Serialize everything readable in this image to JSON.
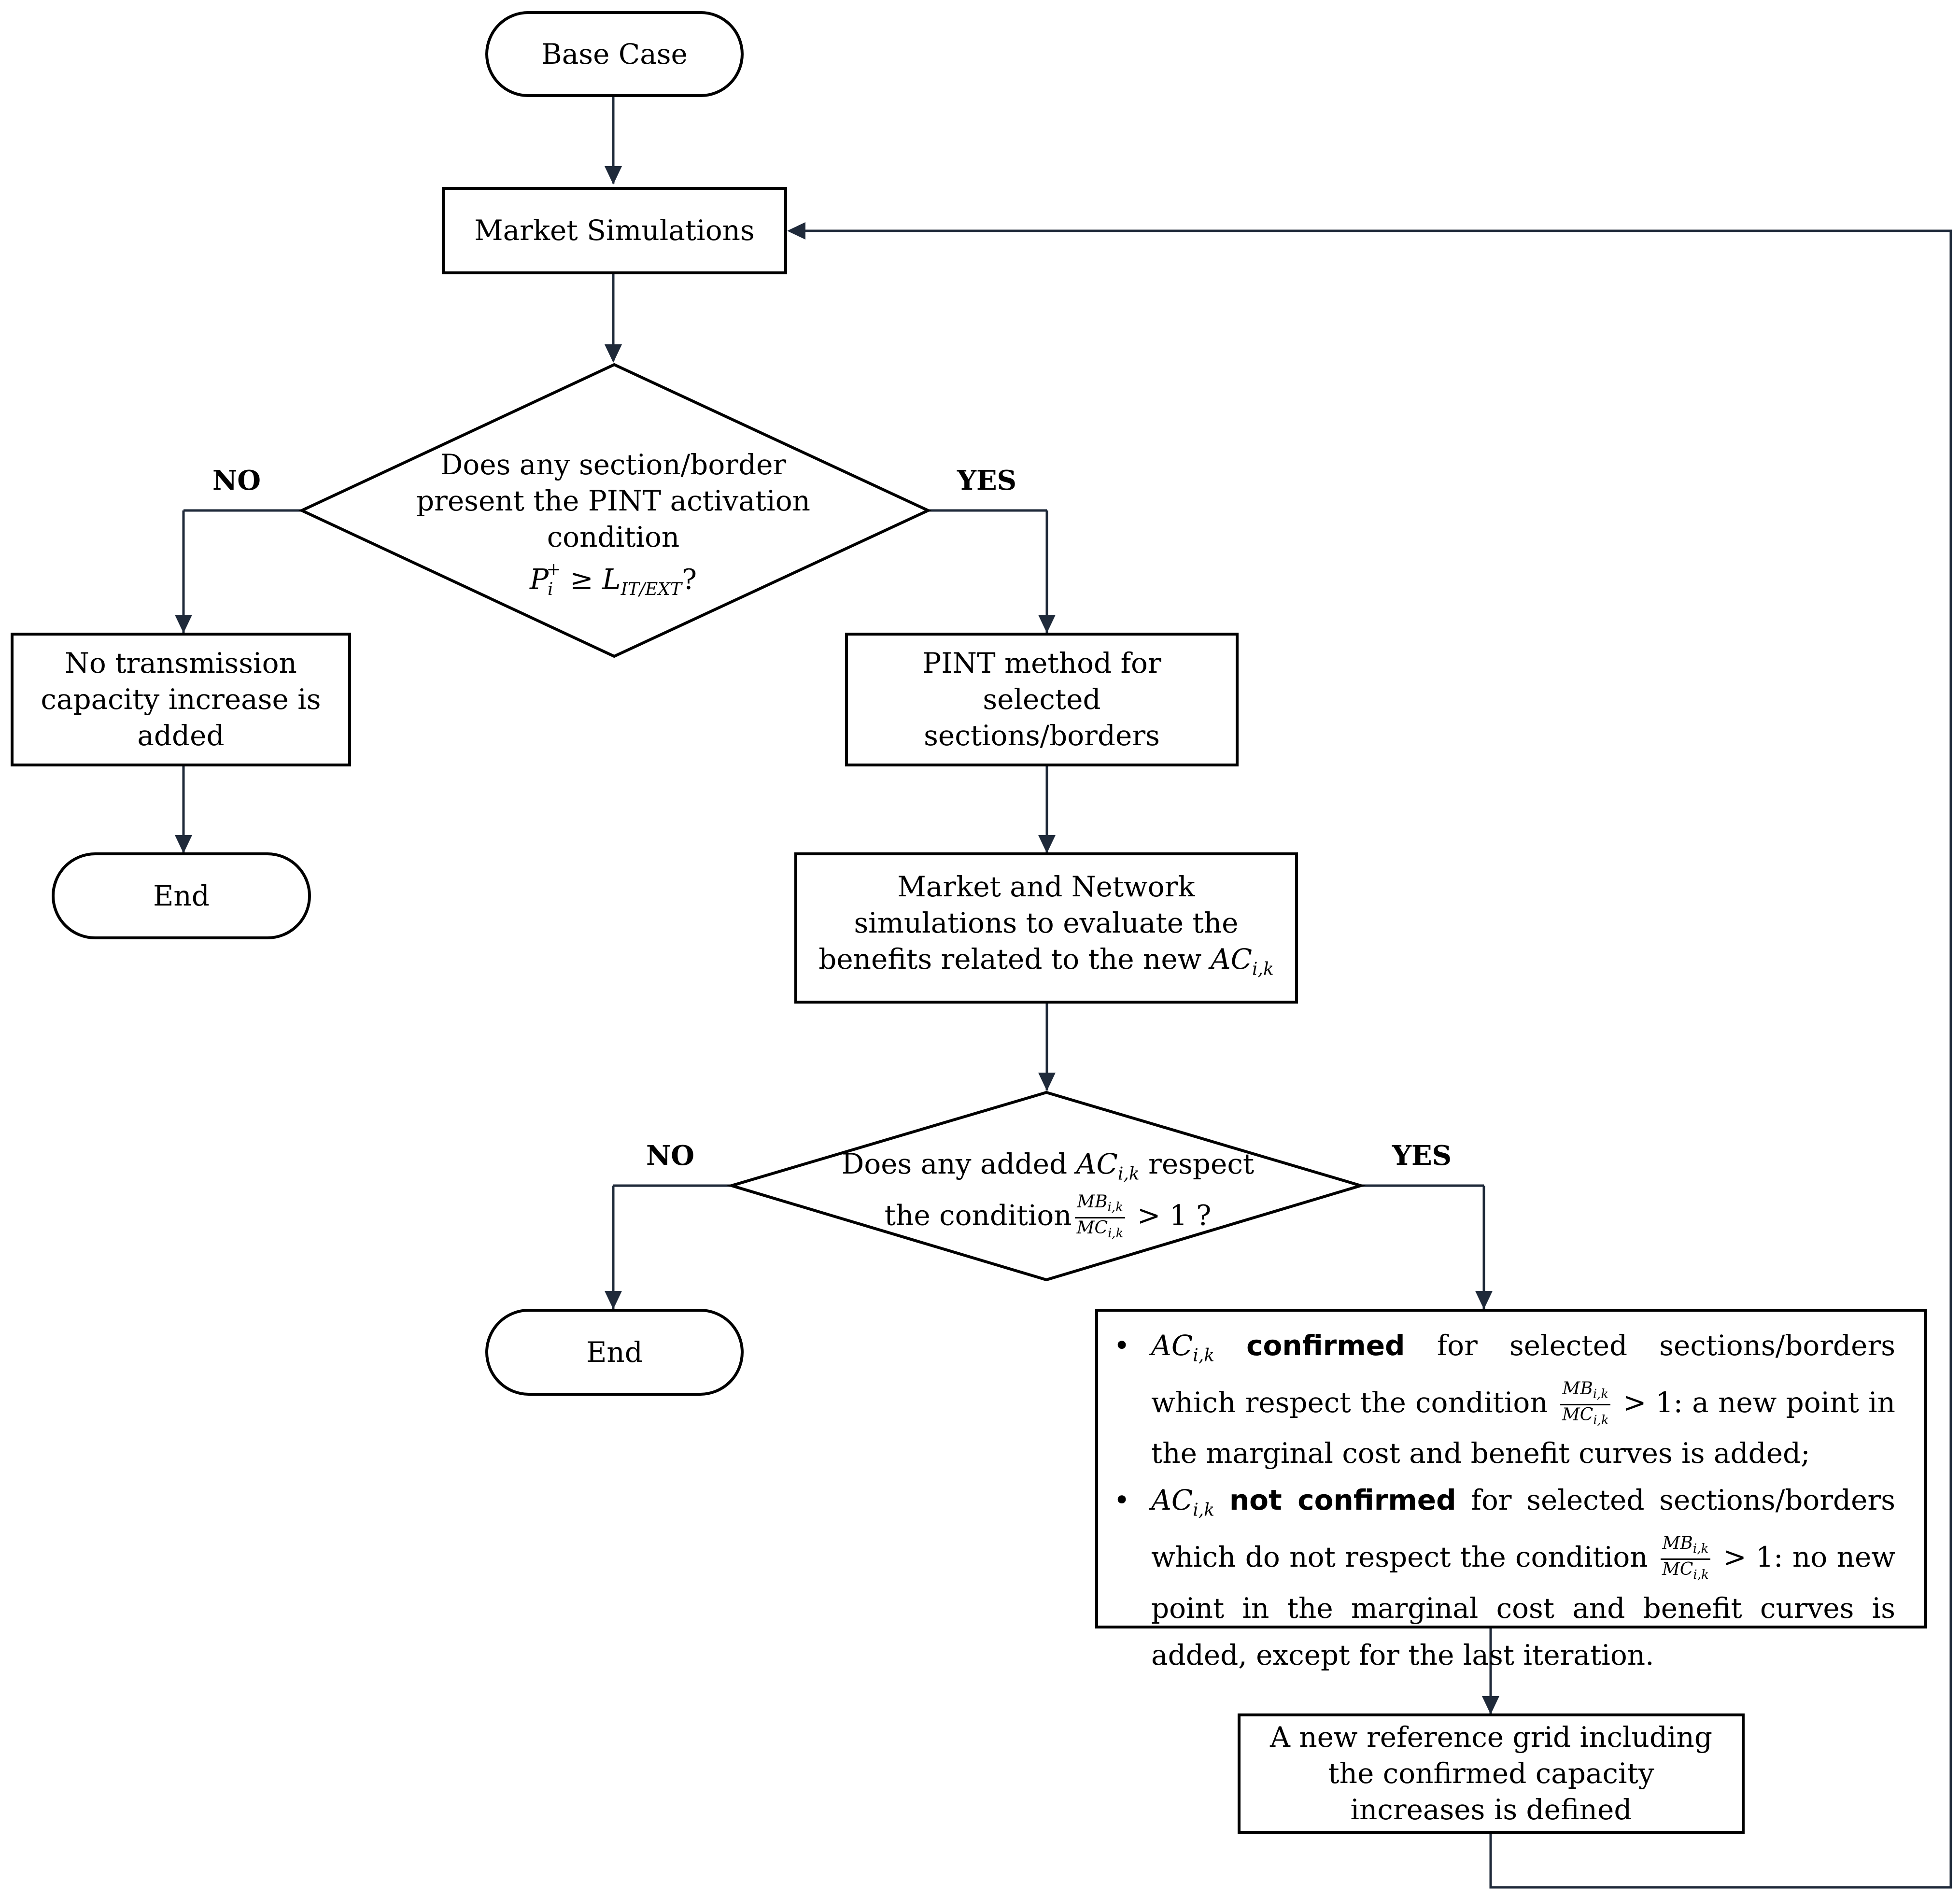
{
  "nodes": {
    "base_case": "Base Case",
    "market_sim": "Market Simulations",
    "decision1": {
      "line1": "Does any section/border",
      "line2": "present the PINT activation",
      "line3": "condition",
      "cond_p": "P",
      "cond_p_sub": "i",
      "cond_p_sup": "+",
      "cond_op": " ≥ ",
      "cond_l": "L",
      "cond_l_sub": "IT/EXT",
      "cond_end": "?"
    },
    "no_increase": "No transmission capacity increase is added",
    "end1": "End",
    "pint_method": "PINT method for selected sections/borders",
    "market_network": {
      "text": "Market and Network simulations to evaluate the benefits related to the new ",
      "ac": "AC",
      "ac_sub": "i,k"
    },
    "decision2": {
      "pre": "Does any added ",
      "ac": "AC",
      "ac_sub": "i,k",
      "post": " respect",
      "line2": "the condition",
      "num": "MB",
      "num_sub": "i,k",
      "den": "MC",
      "den_sub": "i,k",
      "tail": " > 1 ?"
    },
    "end2": "End",
    "confirm_box": {
      "b1_ac": "AC",
      "b1_sub": "i,k",
      "b1_bold": "confirmed",
      "b1_a": " for selected sections/borders which respect the condition ",
      "b1_b": " > 1: a new point in the marginal cost and benefit curves is added;",
      "b2_ac": "AC",
      "b2_sub": "i,k",
      "b2_bold": "not confirmed",
      "b2_a": " for selected sections/borders which do not respect the condition ",
      "b2_b": " > 1: no new point in the marginal cost and benefit curves is added, except for the last iteration.",
      "frac_num": "MB",
      "frac_den": "MC",
      "frac_sub": "i,k",
      "bullet": "•"
    },
    "new_grid": "A new reference grid including the confirmed capacity increases is defined"
  },
  "labels": {
    "no1": "NO",
    "yes1": "YES",
    "no2": "NO",
    "yes2": "YES"
  },
  "colors": {
    "arrow": "#1f2a3a",
    "stroke": "#000000"
  }
}
